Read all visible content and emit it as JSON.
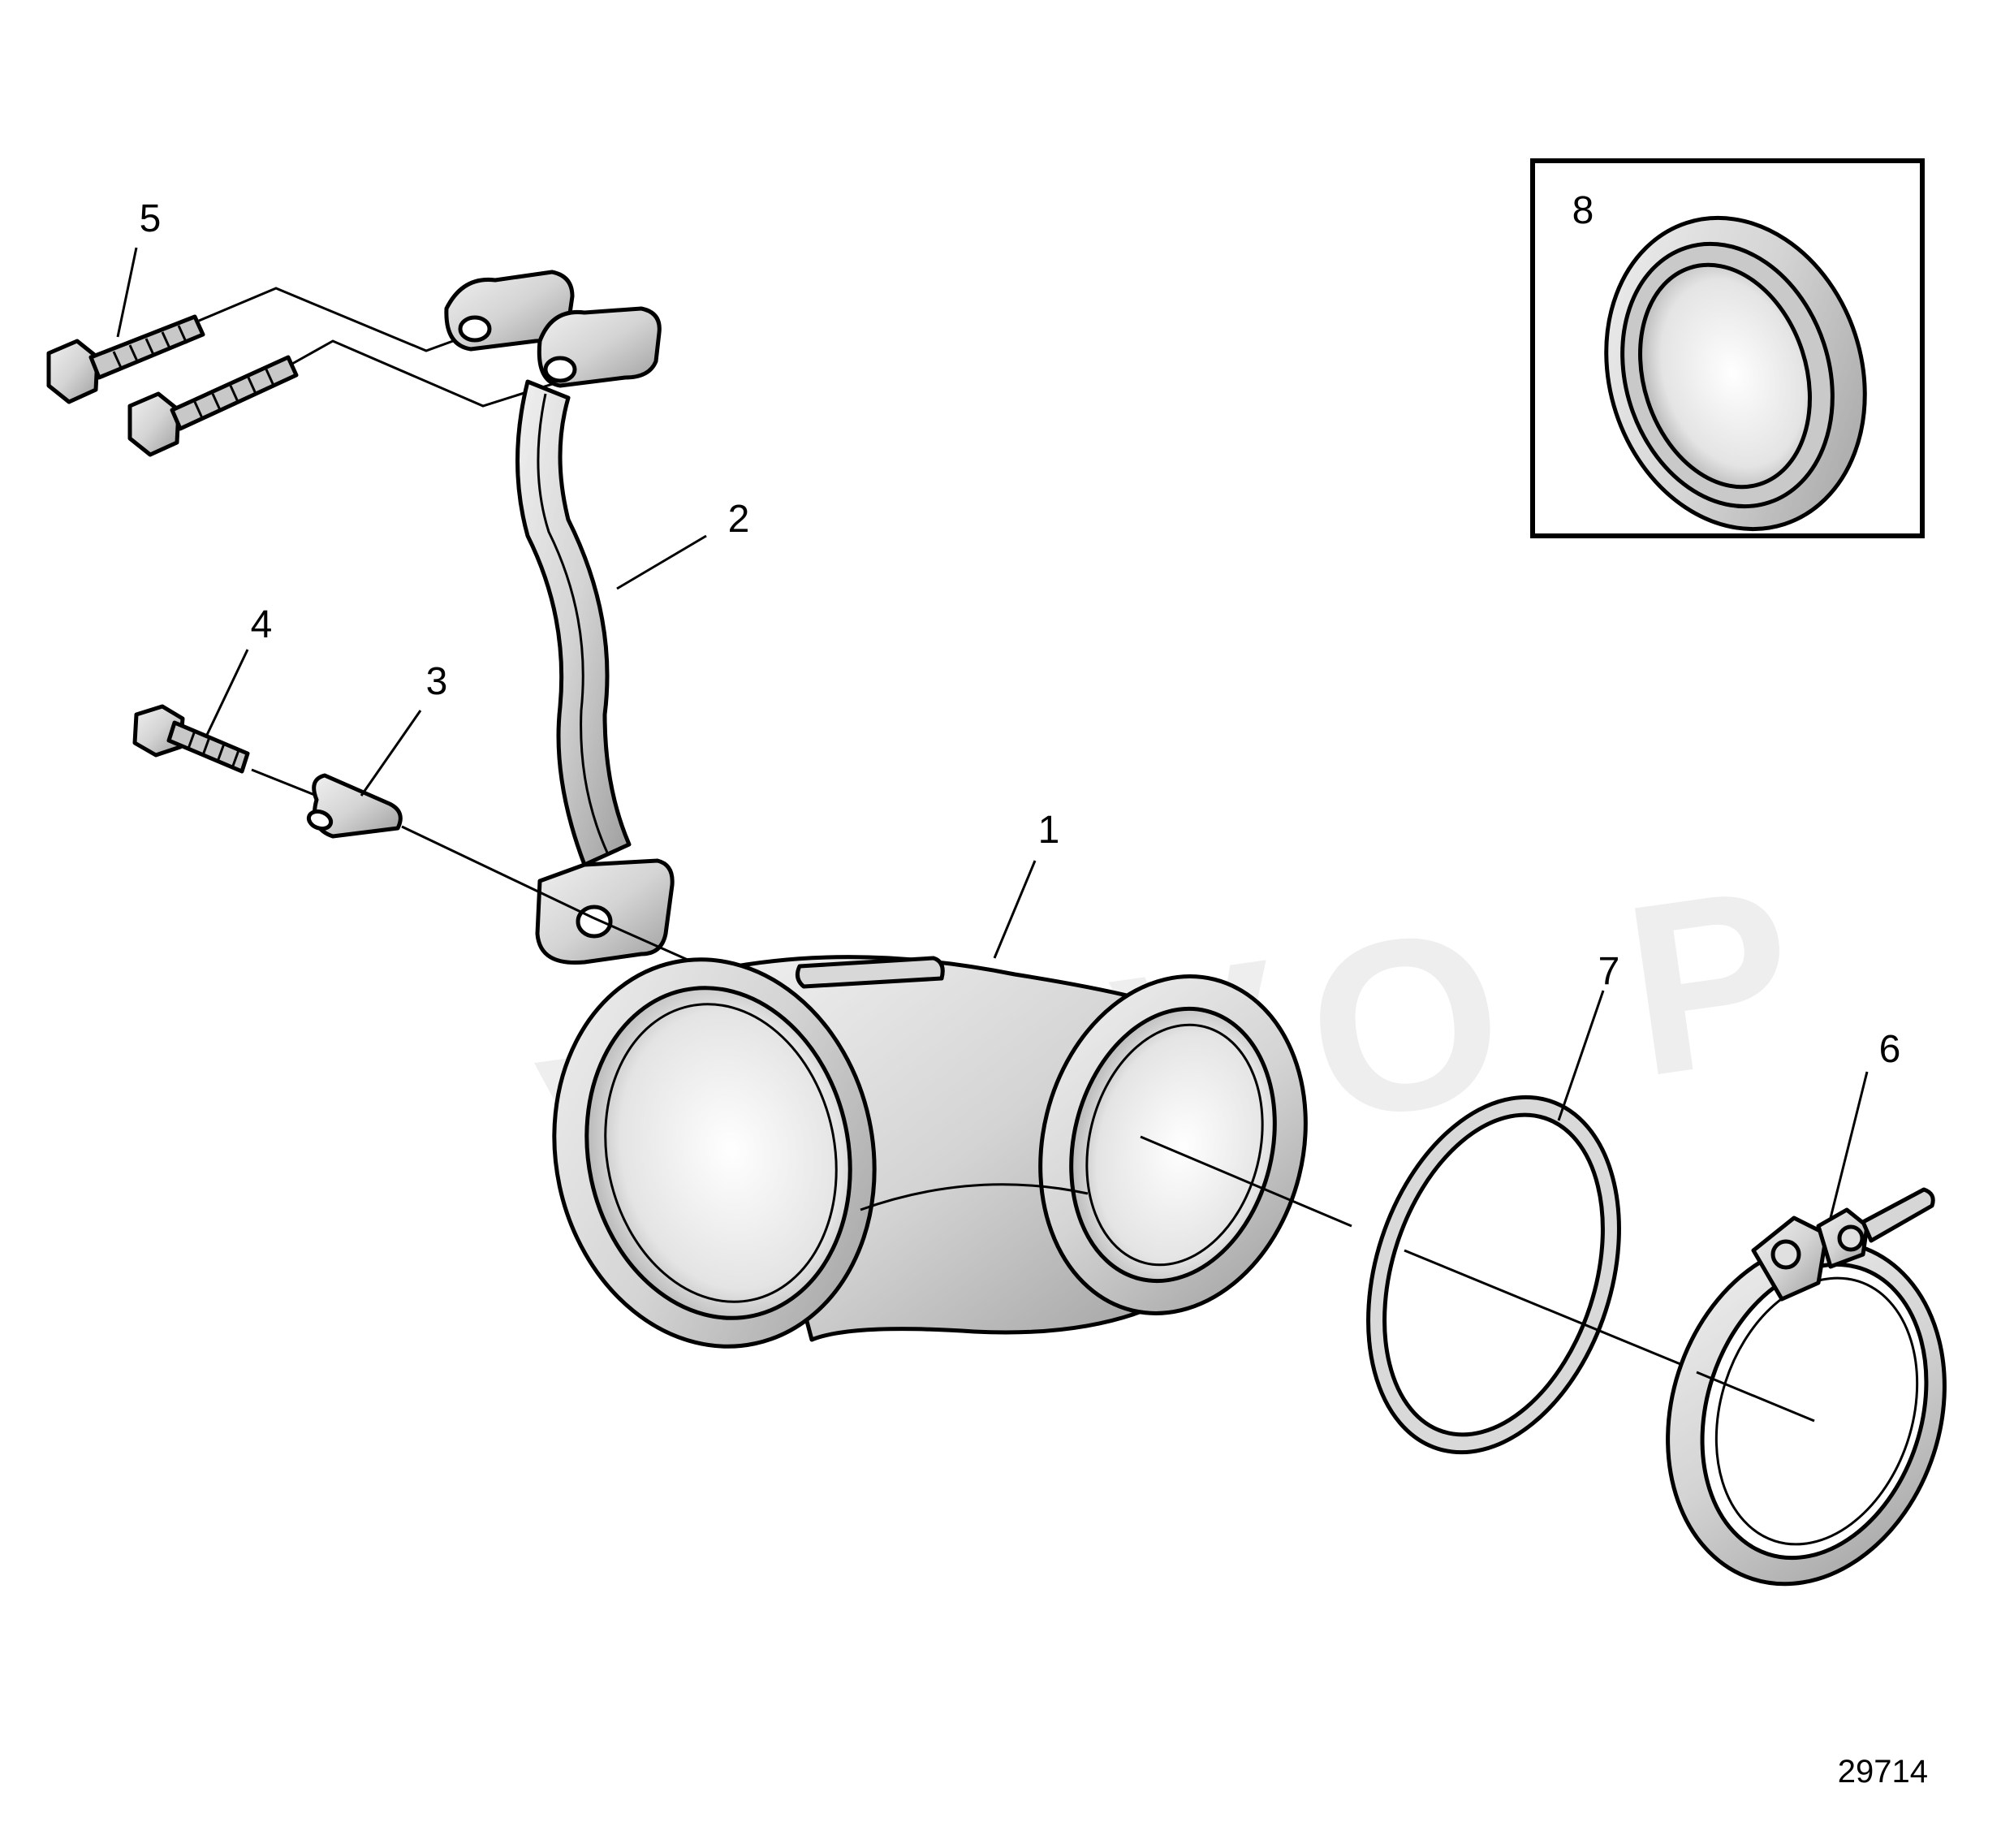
{
  "diagram": {
    "callouts": [
      "1",
      "2",
      "3",
      "4",
      "5",
      "6",
      "7",
      "8"
    ],
    "drawing_number": "29714",
    "watermark_text": "VOLVO P",
    "colors": {
      "part_fill": "#d9d9d9",
      "part_shade": "#bdbdbd",
      "outline": "#000000",
      "background": "#ffffff"
    }
  }
}
